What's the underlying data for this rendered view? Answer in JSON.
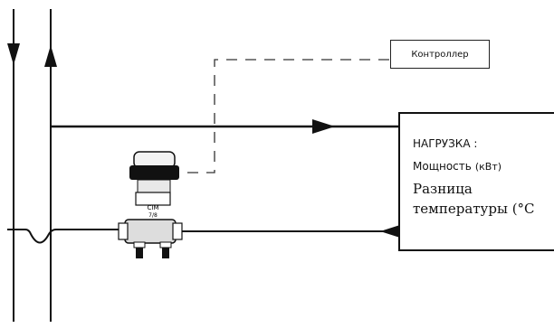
{
  "controller": {
    "label": "Контроллер"
  },
  "load": {
    "title": "НАГРУЗКА :",
    "power_label": "Мощность",
    "power_unit": "(кВт)",
    "temp_label_line1": "Разница",
    "temp_label_line2": "температуры (°C"
  },
  "valve": {
    "brand_text": "CIM",
    "model_text": "7/8"
  },
  "colors": {
    "line": "#111111",
    "dashed": "#333333"
  }
}
